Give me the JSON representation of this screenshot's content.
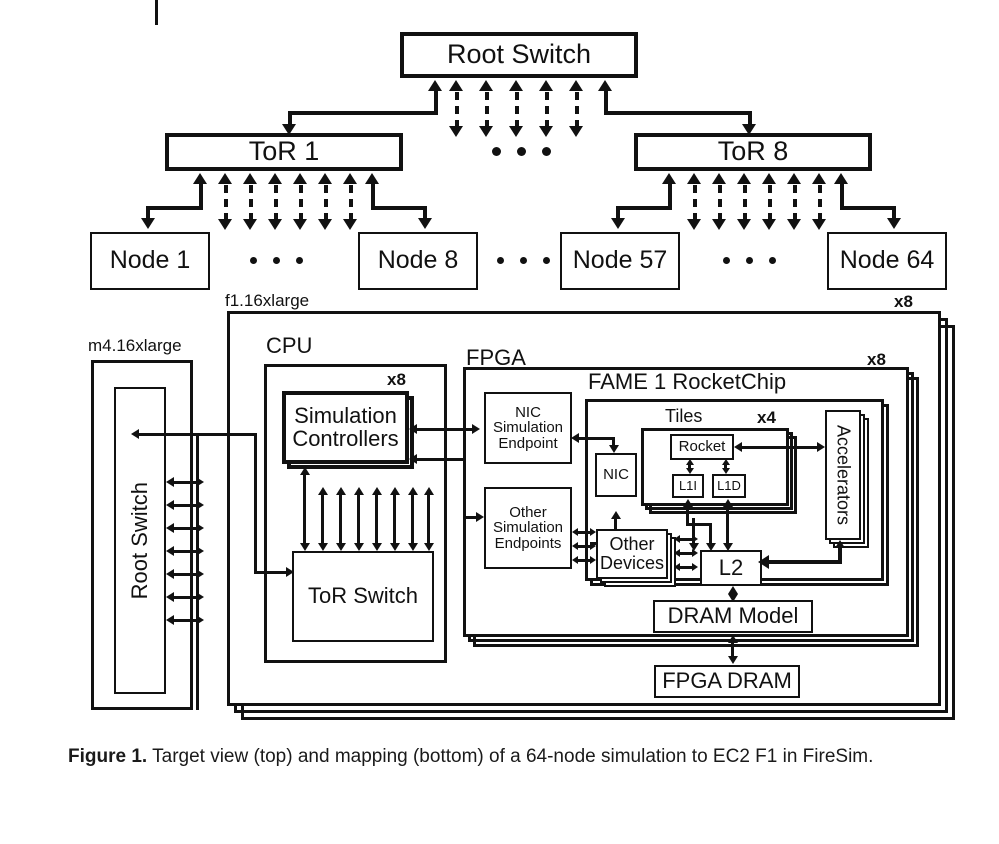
{
  "figure": {
    "caption_label": "Figure 1.",
    "caption_text": " Target view (top) and mapping (bottom) of a 64-node simulation to EC2 F1 in FireSim."
  },
  "target_view": {
    "root_switch": "Root Switch",
    "tor_left": "ToR 1",
    "tor_right": "ToR 8",
    "node_1": "Node 1",
    "node_8": "Node 8",
    "node_57": "Node 57",
    "node_64": "Node 64",
    "ellipsis": "• • •"
  },
  "mapping_view": {
    "m4_label": "m4.16xlarge",
    "f1_label": "f1.16xlarge",
    "f1_multiplier": "x8",
    "root_switch": "Root Switch",
    "cpu_label": "CPU",
    "sim_controllers": "Simulation Controllers",
    "sim_controllers_multiplier": "x8",
    "tor_switch": "ToR Switch",
    "fpga_label": "FPGA",
    "fpga_multiplier": "x8",
    "nic_sim_endpoint": "NIC Simulation Endpoint",
    "other_sim_endpoints": "Other Simulation Endpoints",
    "fame_label": "FAME 1 RocketChip",
    "nic": "NIC",
    "other_devices": "Other Devices",
    "tiles_label": "Tiles",
    "tiles_multiplier": "x4",
    "rocket": "Rocket",
    "l1i": "L1I",
    "l1d": "L1D",
    "l2": "L2",
    "accelerators": "Accelerators",
    "dram_model": "DRAM Model",
    "fpga_dram": "FPGA DRAM"
  },
  "colors": {
    "ink": "#111111",
    "paper": "#ffffff"
  }
}
